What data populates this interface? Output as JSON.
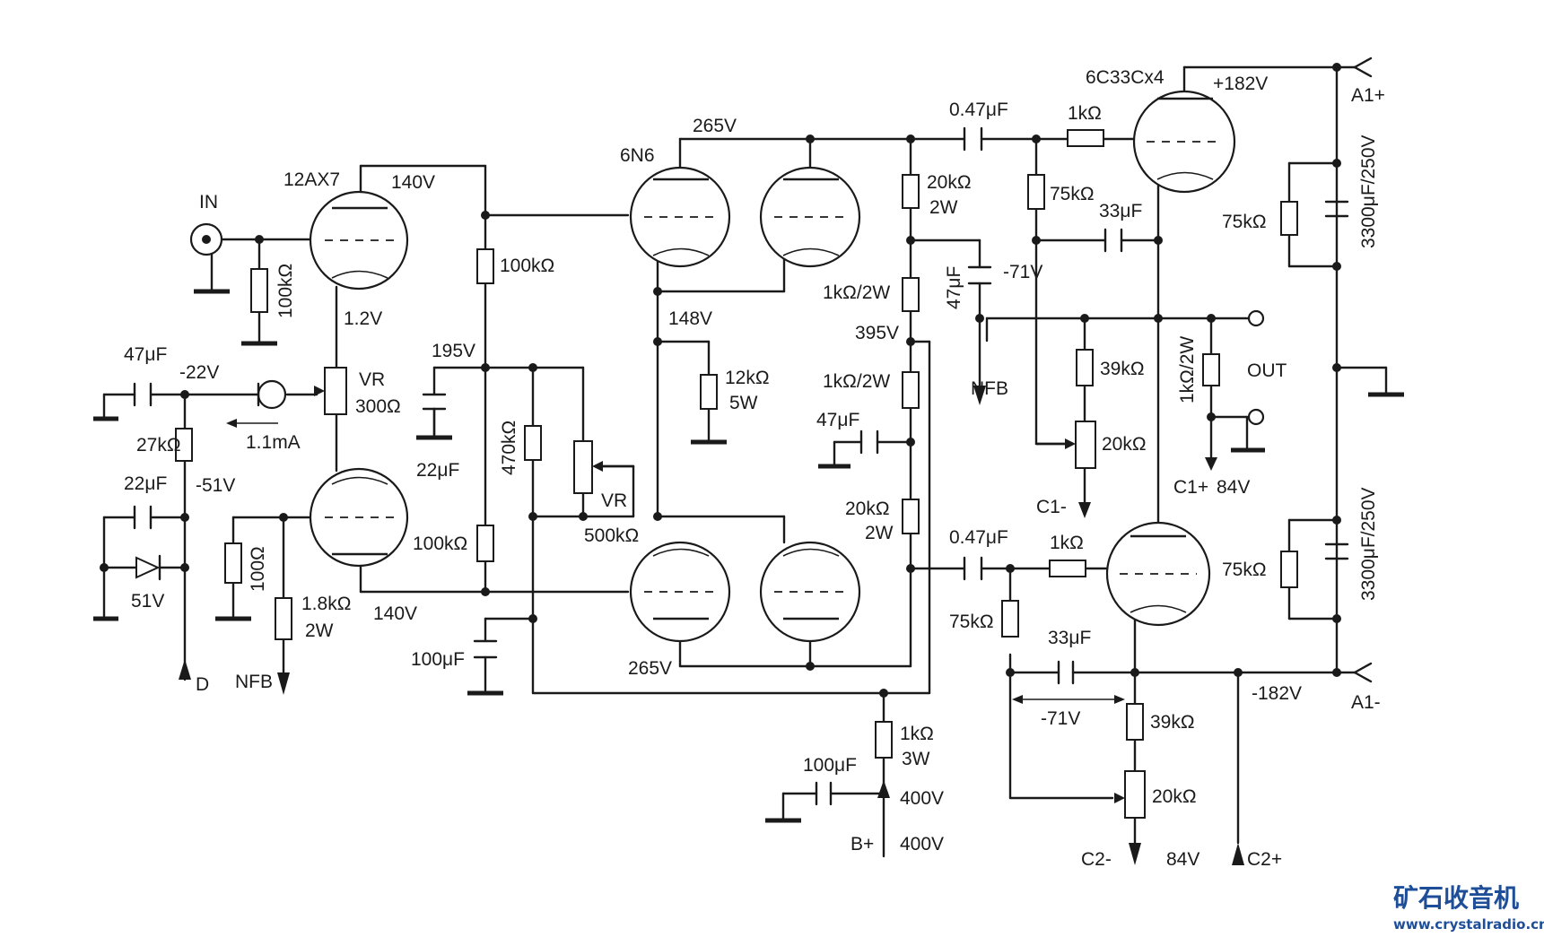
{
  "tubes": {
    "input": "12AX7",
    "driver": "6N6",
    "output": "6C33Cx4"
  },
  "terminals": {
    "in": "IN",
    "out": "OUT",
    "a1_plus": "A1+",
    "a1_minus": "A1-",
    "b_plus": "B+",
    "c1_minus": "C1-",
    "c1_plus": "C1+",
    "c2_minus": "C2-",
    "c2_plus": "C2+",
    "d": "D",
    "nfb_left": "NFB",
    "nfb_right": "NFB"
  },
  "voltages": {
    "v140_top": "140V",
    "v1_2": "1.2V",
    "v_minus22": "-22V",
    "v_minus51": "-51V",
    "v51": "51V",
    "v140_bottom": "140V",
    "v195": "195V",
    "v265_top": "265V",
    "v265_bottom": "265V",
    "v148": "148V",
    "v395": "395V",
    "v400_node": "400V",
    "v400_supply": "400V",
    "v_minus71_top": "-71V",
    "v_minus71_bottom": "-71V",
    "v182_plus": "+182V",
    "v182_minus": "-182V",
    "v84_c1": "84V",
    "v84_c2": "84V"
  },
  "current": {
    "i_1_1ma": "1.1mA"
  },
  "resistors": {
    "r_in": "100kΩ",
    "r_27k": "27kΩ",
    "r_100": "100Ω",
    "r_1k8": "1.8kΩ",
    "r_1k8_w": "2W",
    "vr300_name": "VR",
    "vr300_value": "300Ω",
    "r_plate_top": "100kΩ",
    "r_plate_bottom": "100kΩ",
    "r_470k": "470kΩ",
    "vr500_name": "VR",
    "vr500_value": "500kΩ",
    "r_12k": "12kΩ",
    "r_12k_w": "5W",
    "r_20k_top": "20kΩ",
    "r_20k_top_w": "2W",
    "r_1k_2w_a": "1kΩ/2W",
    "r_1k_2w_b": "1kΩ/2W",
    "r_20k_mid": "20kΩ",
    "r_20k_mid_w": "2W",
    "r_1k_supply": "1kΩ",
    "r_1k_supply_w": "3W",
    "r_grid_top": "1kΩ",
    "r_grid_bottom": "1kΩ",
    "r_75k_a": "75kΩ",
    "r_75k_b": "75kΩ",
    "r_75k_c": "75kΩ",
    "r_75k_d": "75kΩ",
    "r_39k_a": "39kΩ",
    "r_39k_b": "39kΩ",
    "pot_20k_a": "20kΩ",
    "pot_20k_b": "20kΩ",
    "r_1k_2w_out": "1kΩ/2W"
  },
  "capacitors": {
    "c_47u_in": "47μF",
    "c_22u_bias": "22μF",
    "c_22u_195": "22μF",
    "c_100u_mid": "100μF",
    "c_047_top": "0.47μF",
    "c_047_bottom": "0.47μF",
    "c_47u_nfb": "47μF",
    "c_47u_mid": "47μF",
    "c_100u_supply": "100μF",
    "c_33u_top": "33μF",
    "c_33u_bottom": "33μF",
    "c_3300_top": "3300μF/250V",
    "c_3300_bottom": "3300μF/250V"
  },
  "branding": {
    "name": "矿石收音机",
    "url": "www.crystalradio.cn"
  },
  "colors": {
    "ink": "#1a1a1a",
    "brand": "#1f4e99",
    "background": "#ffffff"
  }
}
